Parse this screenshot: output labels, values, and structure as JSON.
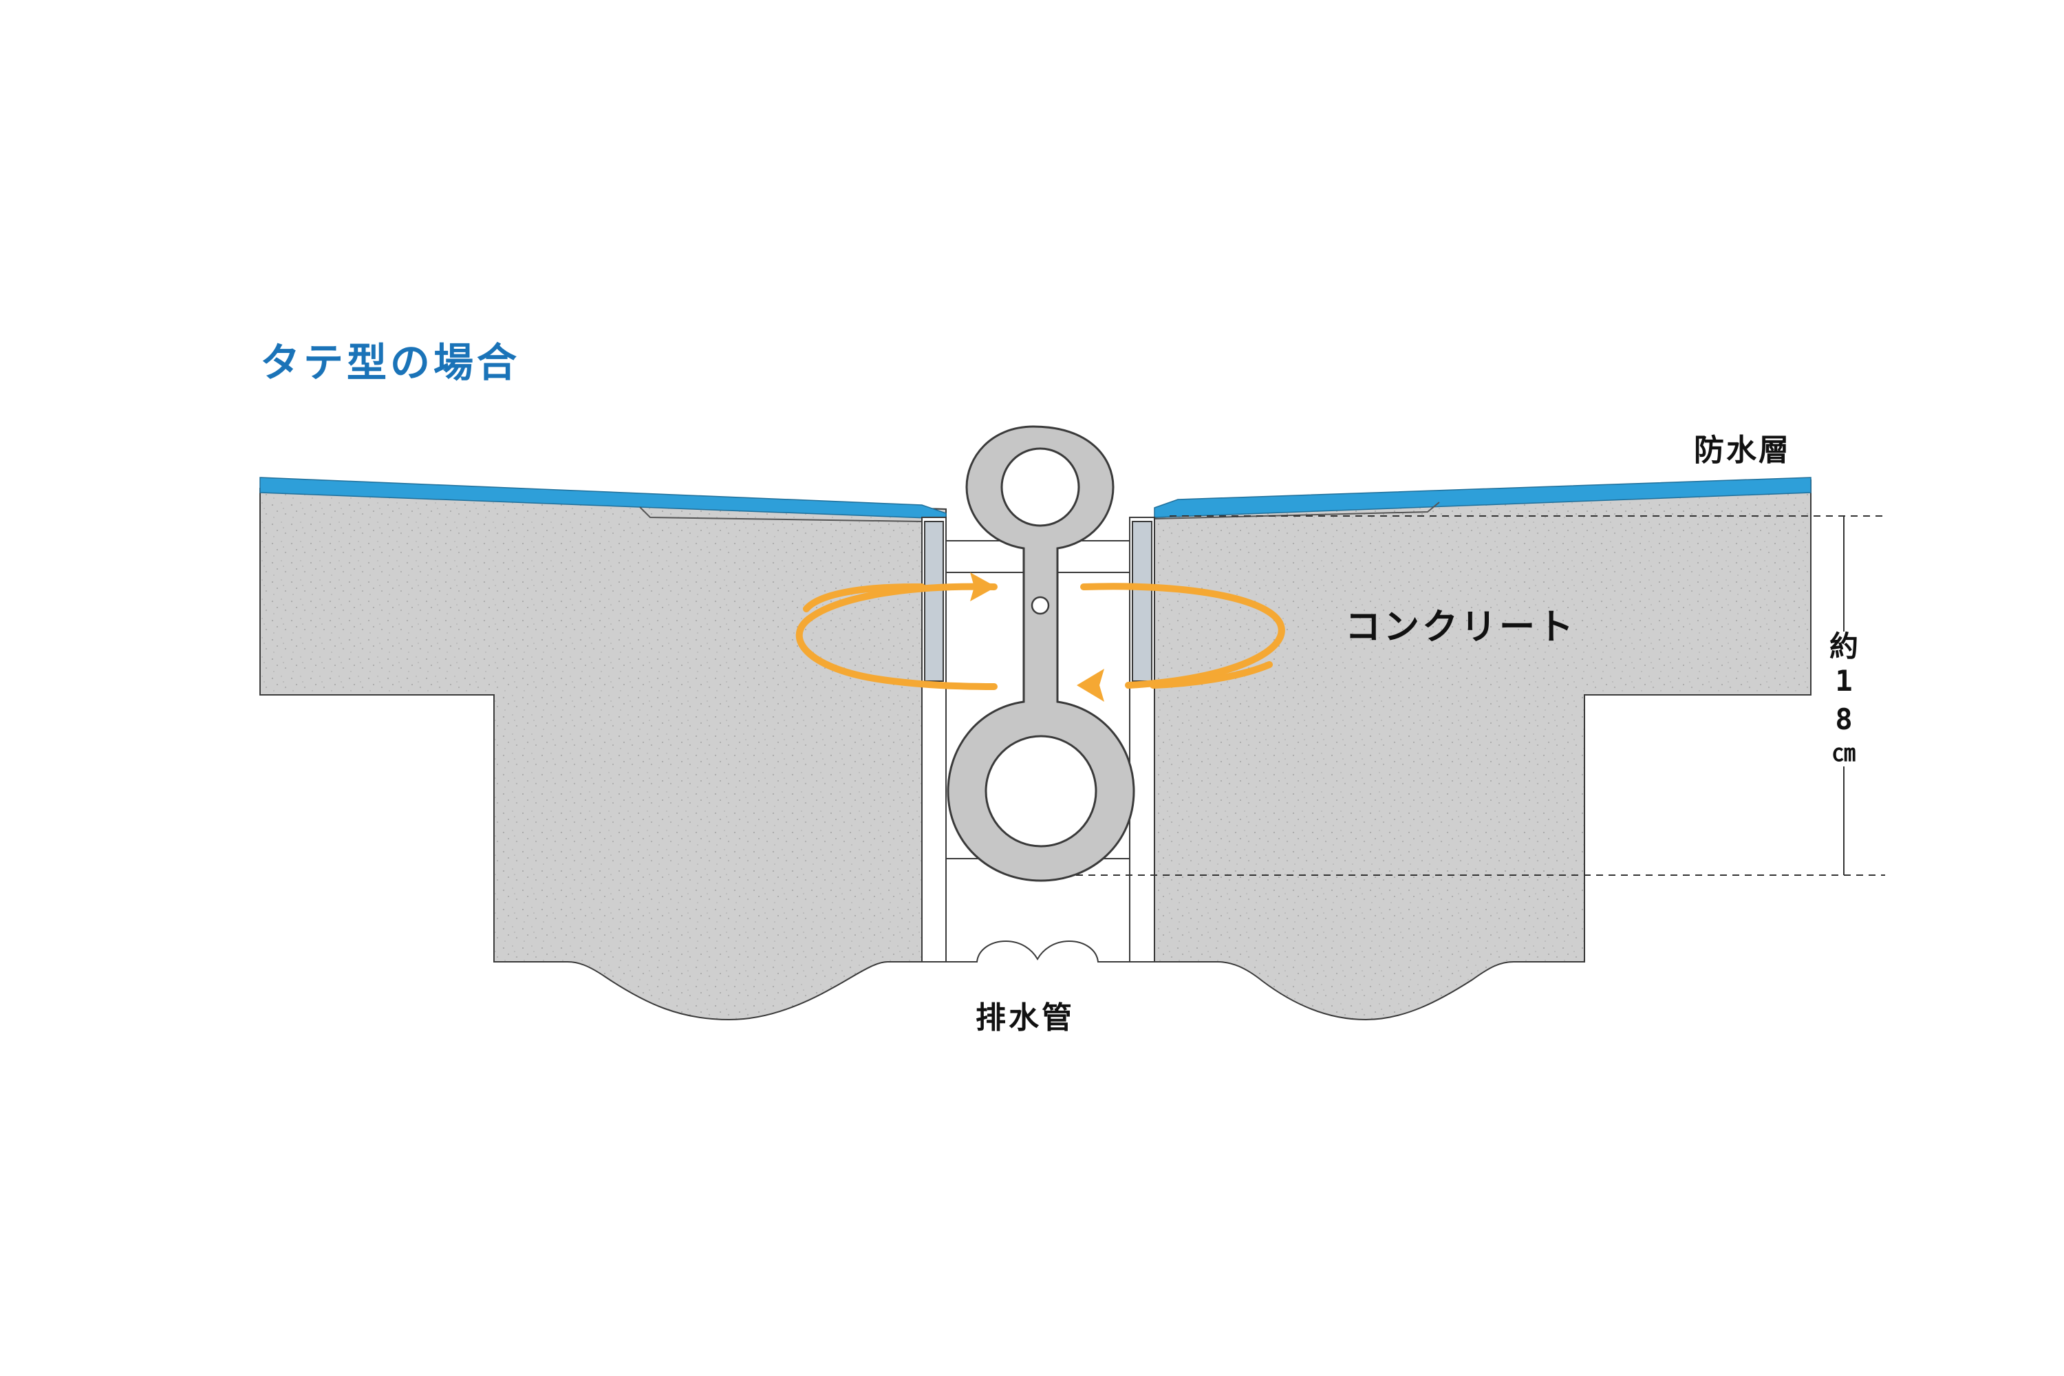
{
  "title": "タテ型の場合",
  "labels": {
    "waterproof_layer": "防水層",
    "concrete": "コンクリート",
    "drain_pipe": "排水管"
  },
  "dimension": {
    "prefix": "約",
    "value": "18",
    "unit": "㎝"
  },
  "colors": {
    "title": "#1a73b8",
    "waterproof_layer": "#2e9fd9",
    "concrete": "#cfcfcf",
    "seal_panel": "#c5cdd5",
    "arrow": "#f5a833",
    "joint_part": "#c6c6c6"
  }
}
